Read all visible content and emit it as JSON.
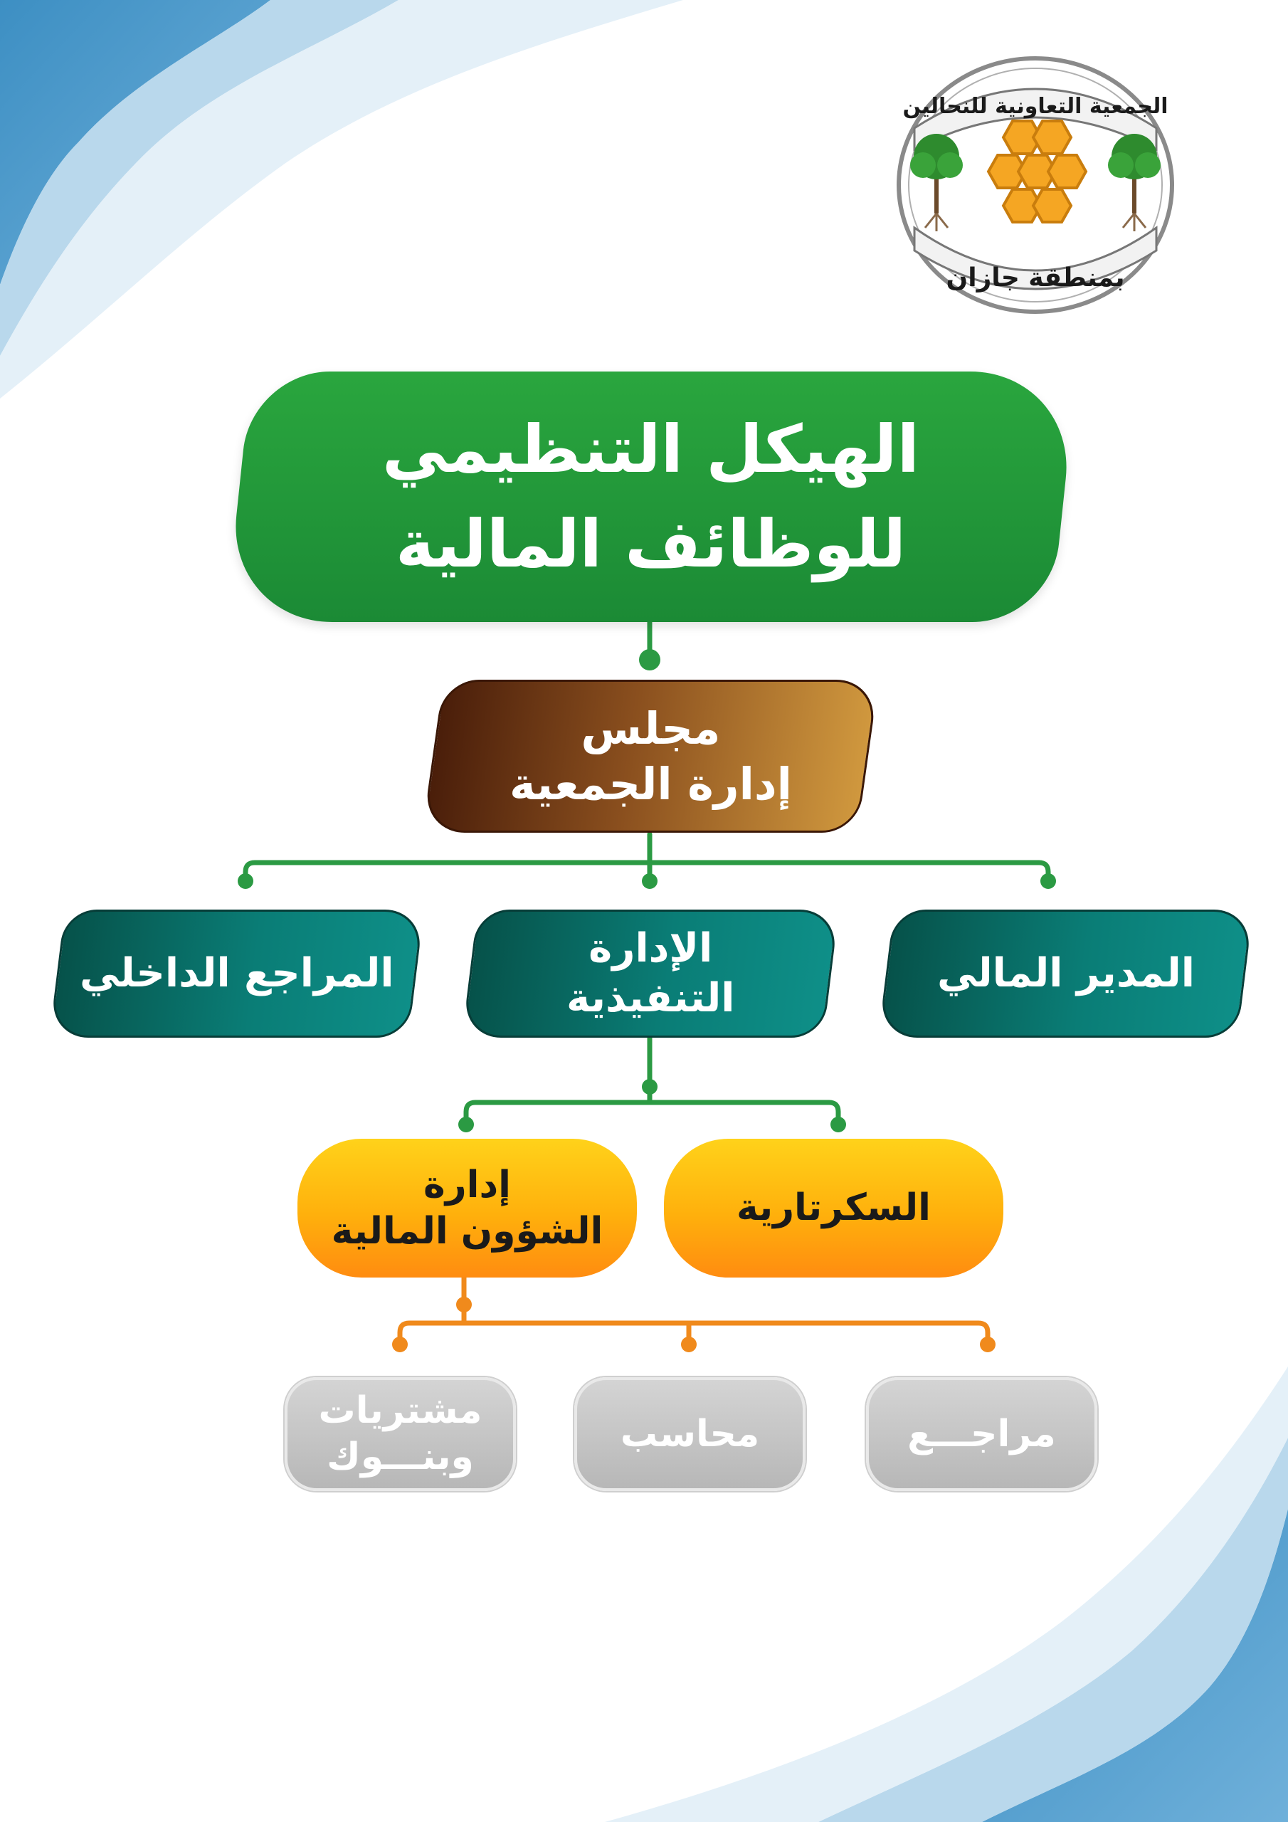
{
  "logo": {
    "top_text": "الجمعية التعاونية للنحالين",
    "bottom_text": "بمنطقة جازان",
    "colors": {
      "honey": "#f5a623",
      "tree": "#2e8b2e",
      "ring": "#8a8a8a"
    }
  },
  "title": {
    "line1": "الهيكل التنظيمي",
    "line2": "للوظائف المالية"
  },
  "board": {
    "line1": "مجلس",
    "line2": "إدارة الجمعية"
  },
  "level2": {
    "finance_manager": "المدير المالي",
    "executive_line1": "الإدارة",
    "executive_line2": "التنفيذية",
    "internal_auditor": "المراجع الداخلي"
  },
  "level3": {
    "secretariat": "السكرتارية",
    "finance_affairs_line1": "إدارة",
    "finance_affairs_line2": "الشؤون المالية"
  },
  "level4": {
    "auditor": "مراجـــع",
    "accountant": "محاسب",
    "purchases_line1": "مشتريات",
    "purchases_line2": "وبنـــوك"
  },
  "colors": {
    "green": "#1e9a3a",
    "brown": "#6b3414",
    "teal": "#0a7d76",
    "amber": "#ffb00c",
    "grey": "#bdbdbd",
    "connector_green": "#2b9a43",
    "connector_orange": "#f08a1c",
    "wave_blue": "#4b97c8"
  }
}
